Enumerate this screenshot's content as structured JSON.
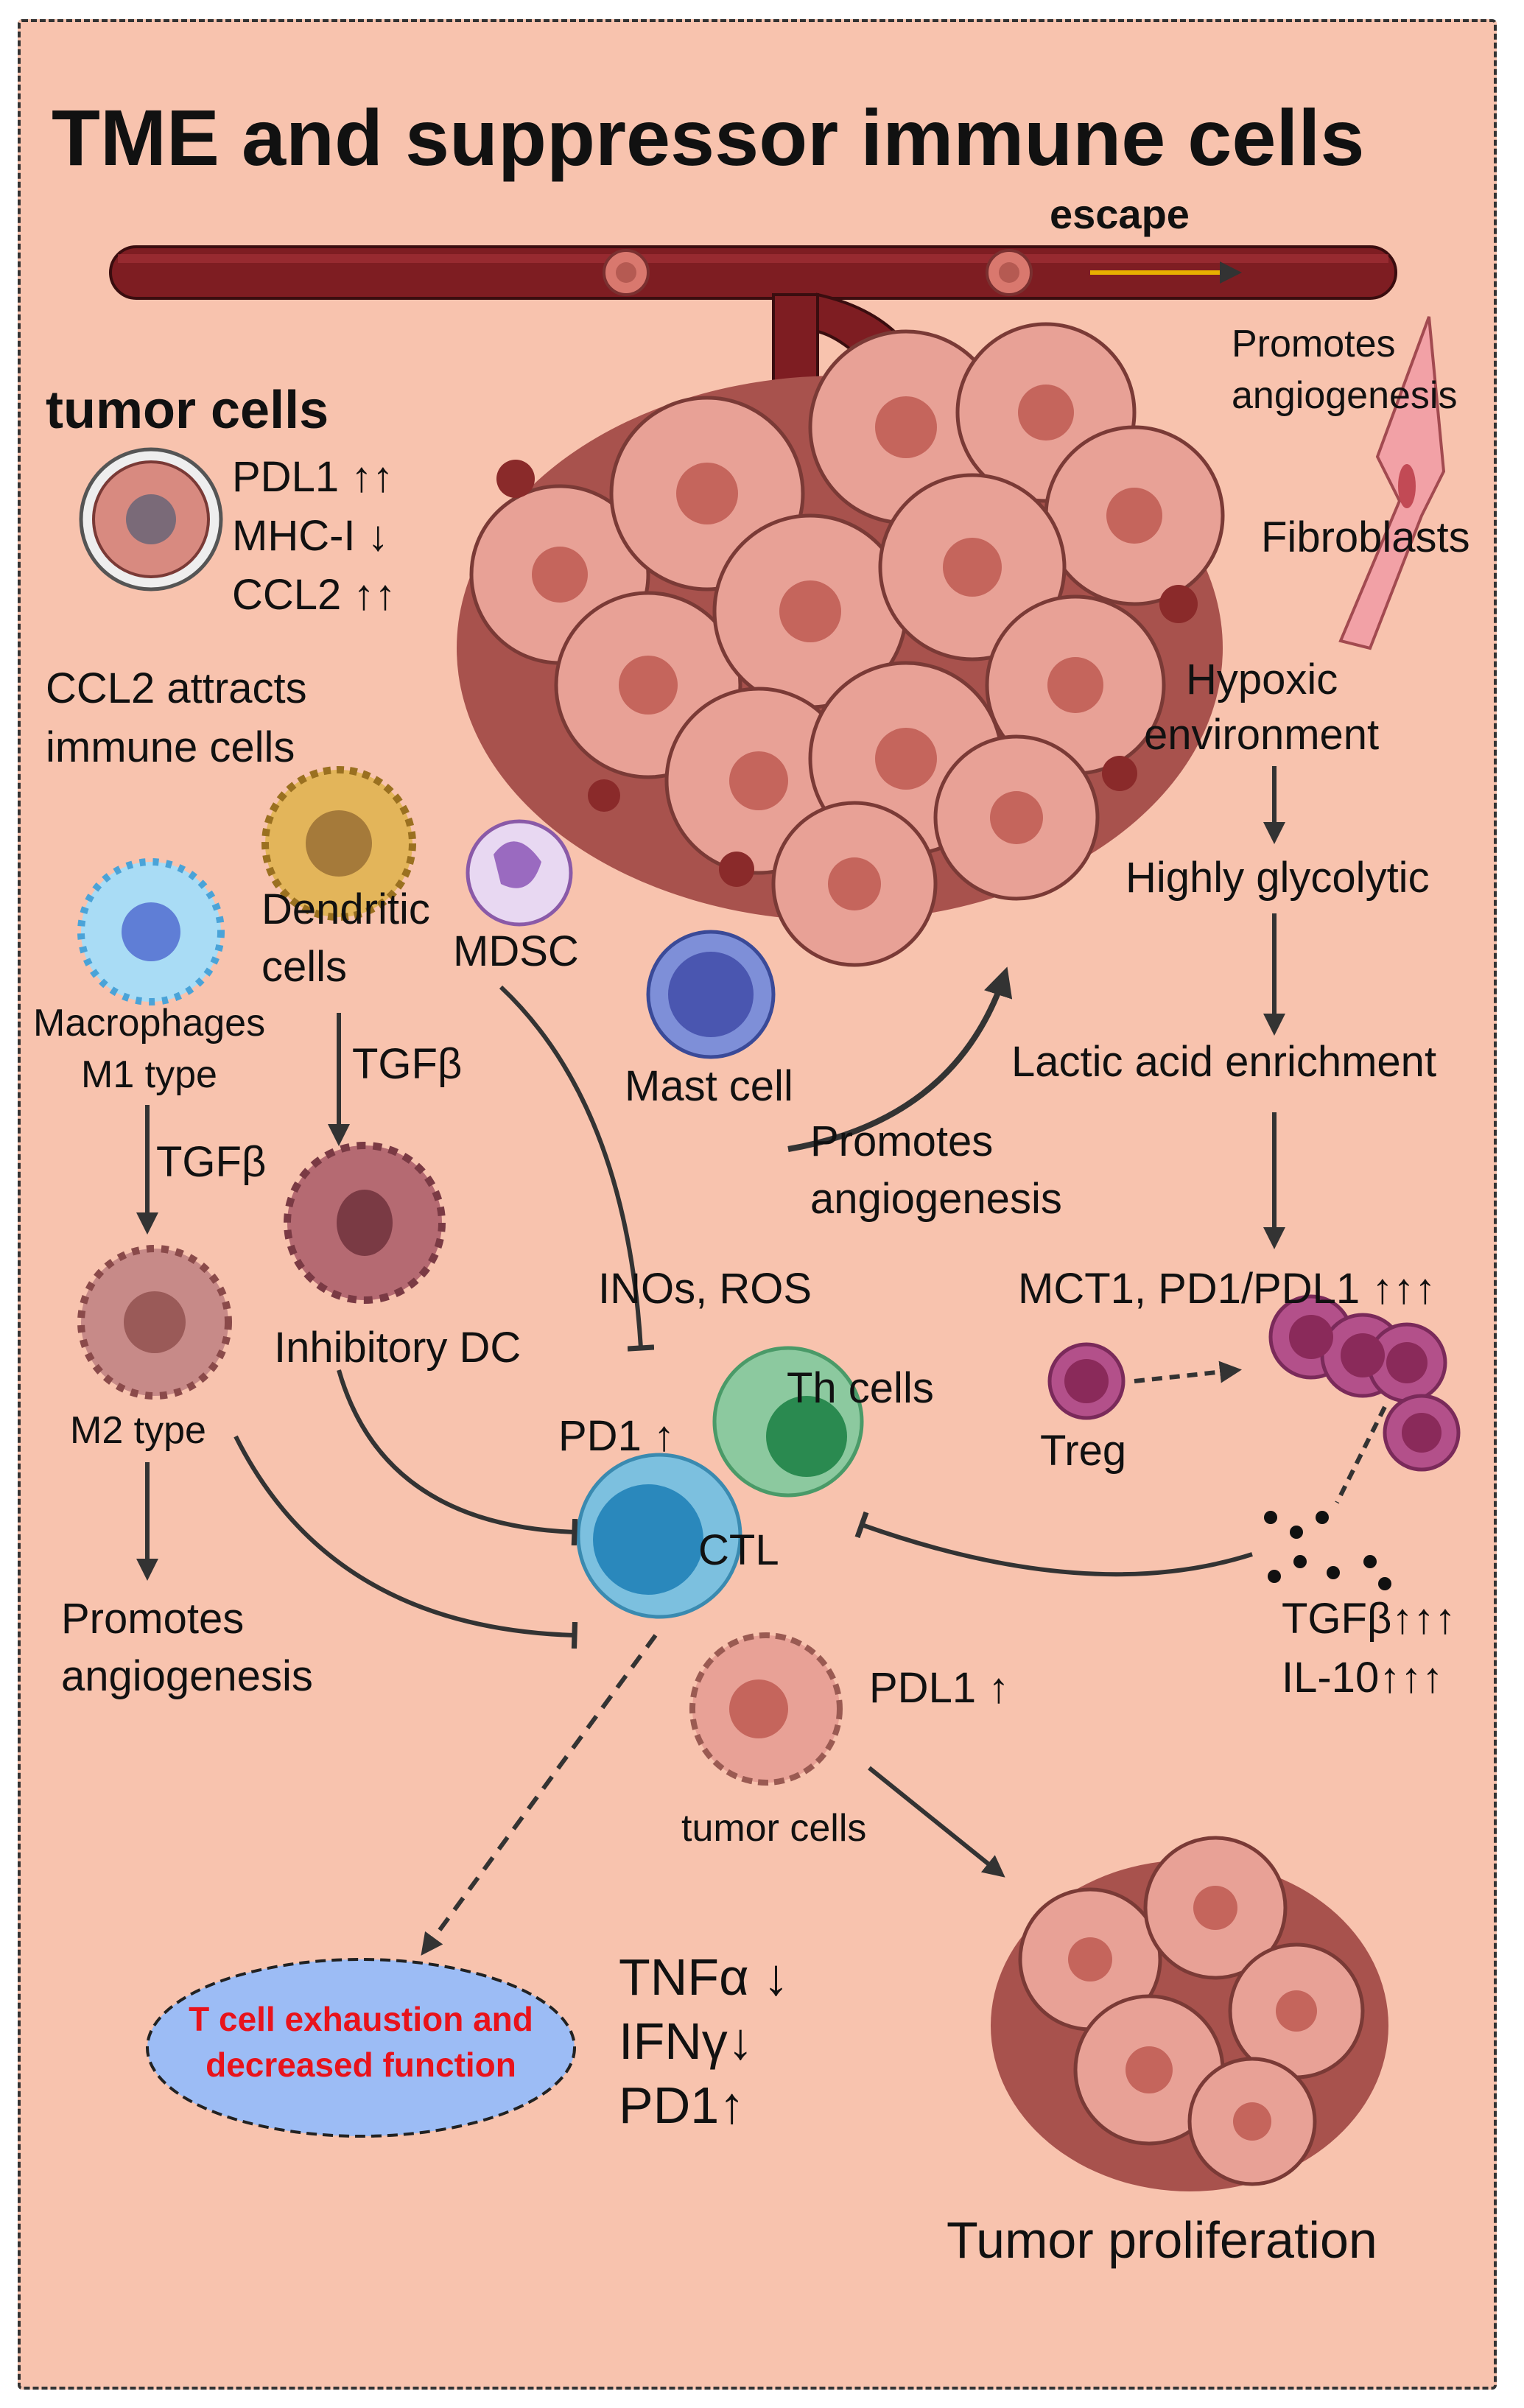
{
  "title": "TME and suppressor immune cells",
  "escape": "escape",
  "tumor_cells_header": "tumor cells",
  "tumor_markers": [
    "PDL1 ↑↑",
    "MHC-I ↓",
    "CCL2 ↑↑"
  ],
  "ccl2_note": [
    "CCL2 attracts",
    "immune cells"
  ],
  "fibroblast_angiogenesis": [
    "Promotes",
    "angiogenesis"
  ],
  "fibroblasts": "Fibroblasts",
  "hypoxic": [
    "Hypoxic",
    "environment"
  ],
  "glycolytic": "Highly glycolytic",
  "lactic": "Lactic acid enrichment",
  "mct1": "MCT1, PD1/PDL1 ↑↑↑",
  "treg": "Treg",
  "tgf_il10": [
    "TGFβ↑↑↑",
    "IL-10↑↑↑"
  ],
  "dendritic": [
    "Dendritic",
    "cells"
  ],
  "mdsc": "MDSC",
  "mast": "Mast cell",
  "mast_angiogenesis": [
    "Promotes",
    "angiogenesis"
  ],
  "macrophage_m1": [
    "Macrophages",
    "M1 type"
  ],
  "tgfb_dc": "TGFβ",
  "tgfb_mac": "TGFβ",
  "inos": "INOs, ROS",
  "inhibitory_dc": "Inhibitory DC",
  "m2": "M2 type",
  "pd1_ctl": "PD1 ↑",
  "th_cells": "Th cells",
  "ctl": "CTL",
  "m2_angiogenesis": [
    "Promotes",
    "angiogenesis"
  ],
  "pdl1_tumor": "PDL1 ↑",
  "tumor_cells_small": "tumor cells",
  "exhaustion": [
    "T cell exhaustion and",
    "decreased function"
  ],
  "outcomes": [
    "TNFα ↓",
    "IFNγ↓",
    "PD1↑"
  ],
  "proliferation": "Tumor proliferation",
  "colors": {
    "background": "#f8c3ae",
    "vessel": "#7e1d22",
    "tumor_light": "#e8a196",
    "tumor_dark": "#9e4a47",
    "nucleus": "#c5655c",
    "ctl": "#7cc0df",
    "th": "#8cc99f",
    "treg": "#b3508a",
    "exhaust_bubble": "#9cbcf5",
    "exhaust_text": "#e8131b"
  }
}
